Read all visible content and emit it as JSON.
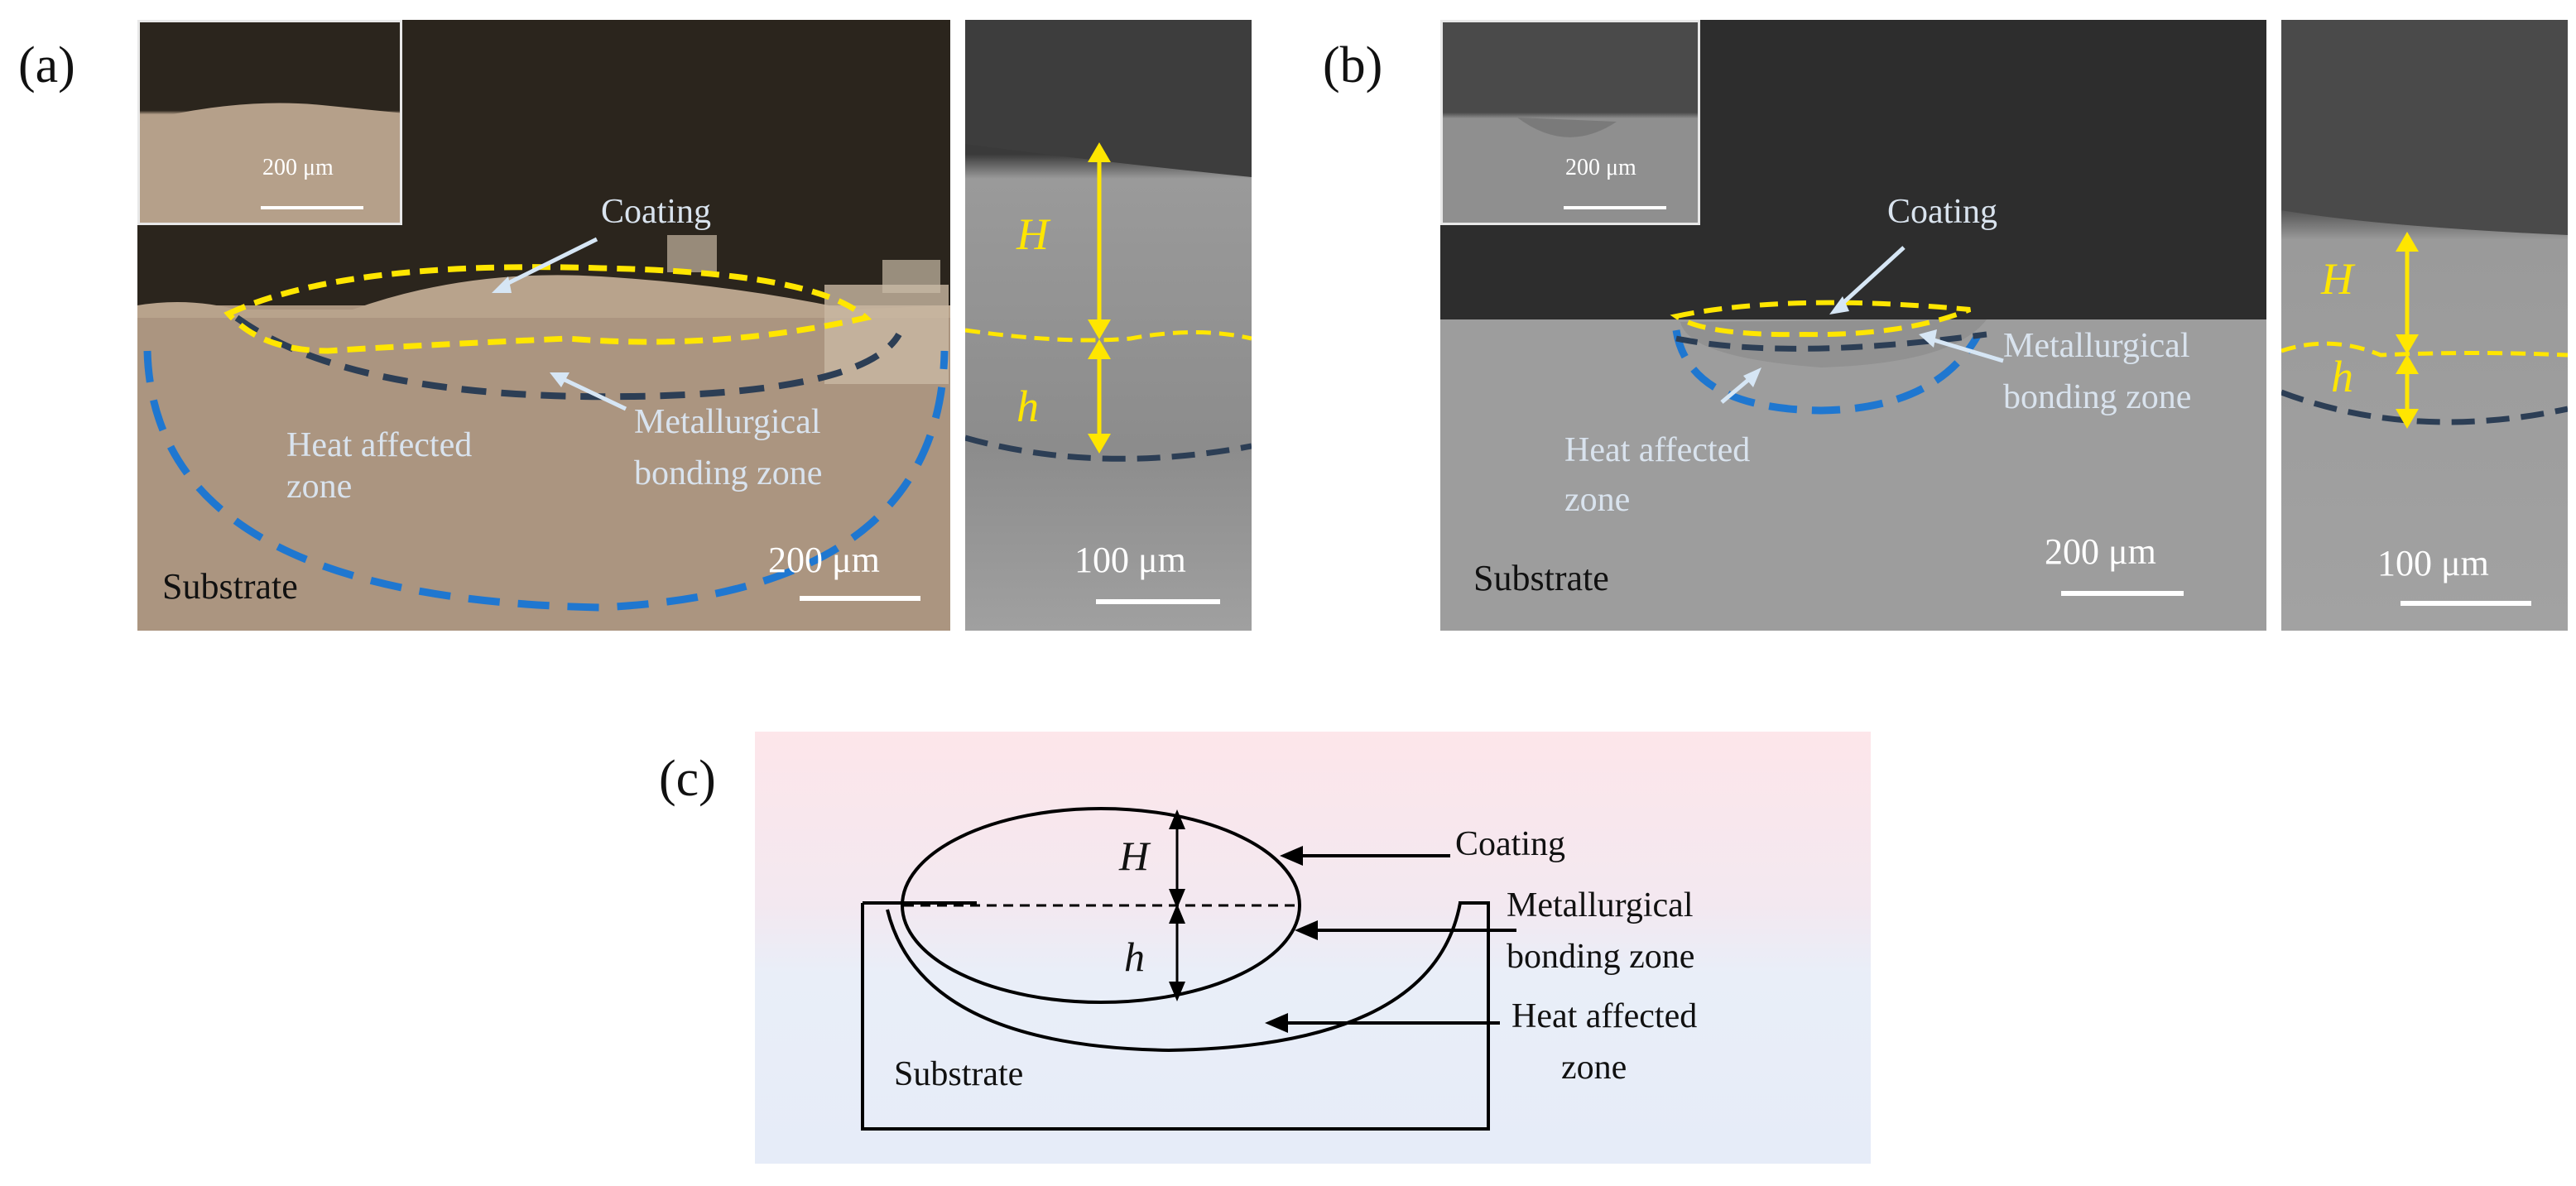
{
  "figure": {
    "panel_a": {
      "letter": "(a)",
      "inset_scale": "200 μm",
      "labels": {
        "coating": "Coating",
        "heat_affected_line1": "Heat affected",
        "heat_affected_line2": "zone",
        "metallurgical_line1": "Metallurgical",
        "metallurgical_line2": "bonding zone",
        "substrate": "Substrate"
      },
      "main_scale": "200 μm",
      "side_scale": "100 μm",
      "H": "H",
      "h": "h"
    },
    "panel_b": {
      "letter": "(b)",
      "inset_scale": "200 μm",
      "labels": {
        "coating": "Coating",
        "metallurgical_line1": "Metallurgical",
        "metallurgical_line2": "bonding zone",
        "heat_affected_line1": "Heat affected",
        "heat_affected_line2": "zone",
        "substrate": "Substrate"
      },
      "main_scale": "200 μm",
      "side_scale": "100 μm",
      "H": "H",
      "h": "h"
    },
    "panel_c": {
      "letter": "(c)",
      "H": "H",
      "h": "h",
      "coating": "Coating",
      "metallurgical_line1": "Metallurgical",
      "metallurgical_line2": "bonding zone",
      "heat_affected_line1": "Heat affected",
      "heat_affected_line2": "zone",
      "substrate": "Substrate"
    },
    "colors": {
      "coating_outline": "#ffe600",
      "bonding_outline": "#2c3e55",
      "haz_outline": "#1f77d0",
      "arrow_light": "#d6e6f5"
    }
  }
}
